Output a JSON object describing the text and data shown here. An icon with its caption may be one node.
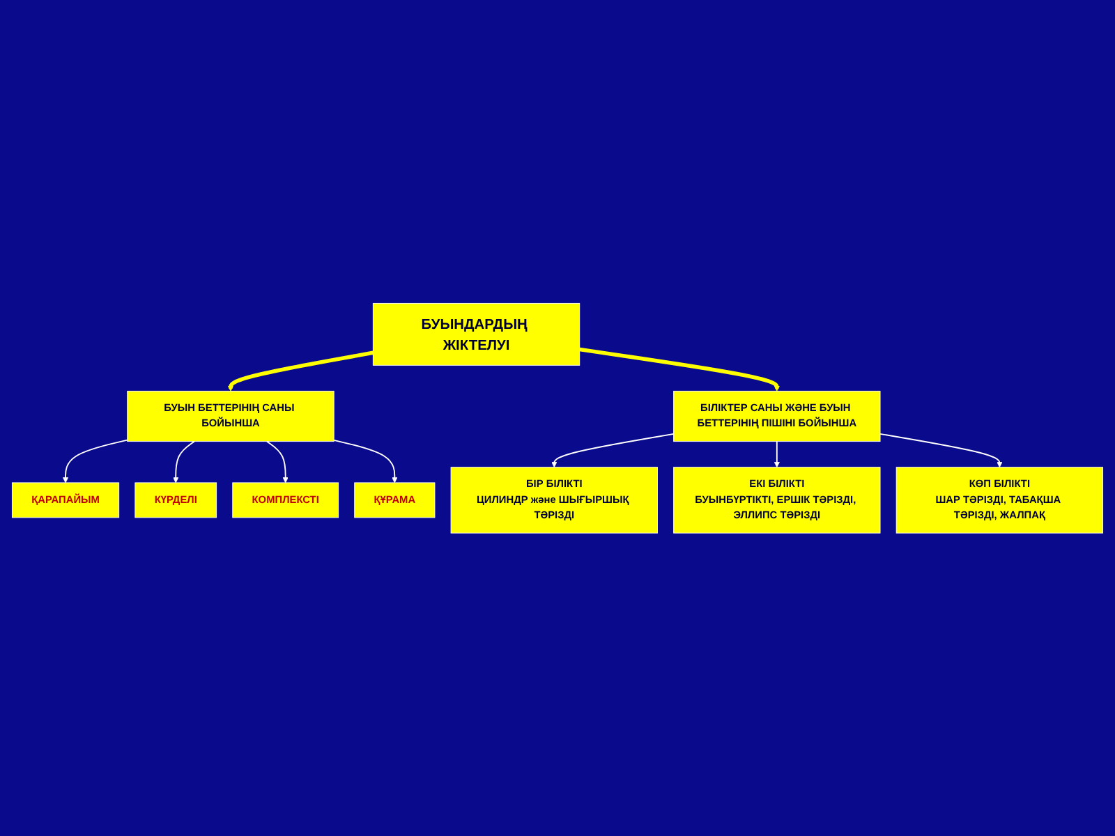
{
  "diagram": {
    "nodes": [
      {
        "text": [
          "БУЫНДАРДЫҢ ЖІКТЕЛУІ"
        ]
      },
      {
        "text": [
          "БУЫН БЕТТЕРІНІҢ САНЫ БОЙЫНША"
        ]
      },
      {
        "text": [
          "БІЛІКТЕР САНЫ ЖӘНЕ БУЫН БЕТТЕРІНІҢ ПІШІНІ БОЙЫНША"
        ]
      },
      {
        "text": [
          "ҚАРАПАЙЫМ"
        ]
      },
      {
        "text": [
          "КҮРДЕЛІ"
        ]
      },
      {
        "text": [
          "КОМПЛЕКСТІ"
        ]
      },
      {
        "text": [
          "ҚҰРАМА"
        ]
      },
      {
        "text": [
          "БІР БІЛІКТІ",
          "ЦИЛИНДР және ШЫҒЫРШЫҚ ТӘРІЗДІ"
        ]
      },
      {
        "text": [
          "ЕКІ БІЛІКТІ",
          "БУЫНБҮРТІКТІ, ЕРШІК ТӘРІЗДІ, ЭЛЛИПС ТӘРІЗДІ"
        ]
      },
      {
        "text": [
          "КӨП БІЛІКТІ",
          "ШАР ТӘРІЗДІ, ТАБАҚША ТӘРІЗДІ, ЖАЛПАҚ"
        ]
      }
    ],
    "edges": [
      {
        "from": 0,
        "to": 1,
        "arrow": "to",
        "style": "thick",
        "color": "#ffff00"
      },
      {
        "from": 0,
        "to": 2,
        "arrow": "to",
        "style": "thick",
        "color": "#ffff00"
      },
      {
        "from": 1,
        "to": 3,
        "arrow": "to"
      },
      {
        "from": 1,
        "to": 4,
        "arrow": "to"
      },
      {
        "from": 1,
        "to": 5,
        "arrow": "to"
      },
      {
        "from": 1,
        "to": 6,
        "arrow": "to"
      },
      {
        "from": 2,
        "to": 7,
        "arrow": "to"
      },
      {
        "from": 2,
        "to": 8,
        "arrow": "to"
      },
      {
        "from": 2,
        "to": 9,
        "arrow": "to"
      }
    ]
  }
}
